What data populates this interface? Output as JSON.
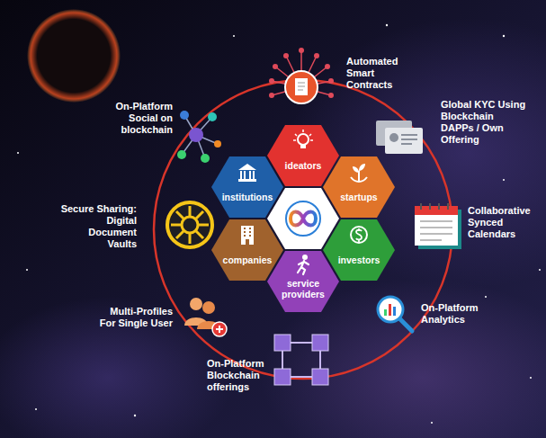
{
  "diagram": {
    "nodes": [
      {
        "text": [
          "ideators"
        ]
      },
      {
        "text": [
          "institutions"
        ]
      },
      {
        "text": [
          "startups"
        ]
      },
      {
        "text": [
          "companies"
        ]
      },
      {
        "text": [
          "investors"
        ]
      },
      {
        "text": [
          "service providers"
        ]
      }
    ],
    "labels": [
      "Automated Smart Contracts",
      "On-Platform Social on blockchain",
      "Global KYC Using Blockchain DAPPs / Own Offering",
      "Secure Sharing: Digital Document Vaults",
      "Collaborative Synced Calendars",
      "Multi-Profiles For Single User",
      "On-Platform Analytics",
      "On-Platform Blockchain offerings"
    ]
  }
}
